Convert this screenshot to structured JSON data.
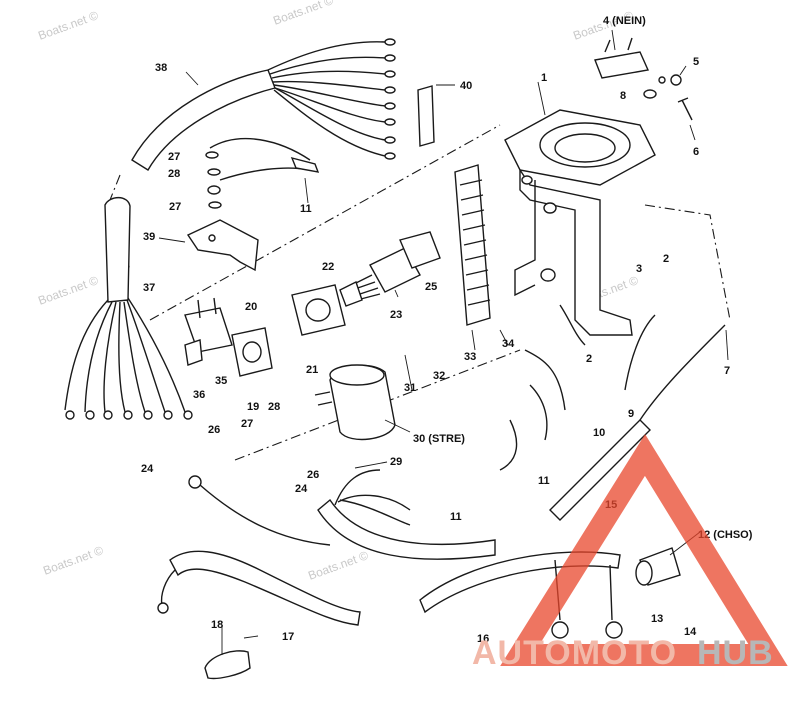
{
  "watermarks": [
    "Boats.net ©",
    "Boats.net ©",
    "Boats.net ©",
    "Boats.net ©",
    "Boats.net ©",
    "Boats.net ©",
    "Boats.net ©"
  ],
  "brand": {
    "part1": "AUTOMOTO",
    "part2": "HUB",
    "color_red": "#e8472c",
    "color_gray": "#9a9a9a"
  },
  "labels": {
    "l1": "1",
    "l2a": "2",
    "l2b": "2",
    "l3": "3",
    "l4": "4 (NEIN)",
    "l5": "5",
    "l6": "6",
    "l7": "7",
    "l8": "8",
    "l9": "9",
    "l10": "10",
    "l11a": "11",
    "l11b": "11",
    "l11c": "11",
    "l12": "12 (CHSO)",
    "l13": "13",
    "l14": "14",
    "l15": "15",
    "l16": "16",
    "l17": "17",
    "l18": "18",
    "l19": "19",
    "l20": "20",
    "l21": "21",
    "l22": "22",
    "l23": "23",
    "l24a": "24",
    "l24b": "24",
    "l25": "25",
    "l26a": "26",
    "l26b": "26",
    "l27a": "27",
    "l27b": "27",
    "l27c": "27",
    "l28a": "28",
    "l28b": "28",
    "l29": "29",
    "l30": "30 (STRE)",
    "l31": "31",
    "l32": "32",
    "l33": "33",
    "l34": "34",
    "l35": "35",
    "l36": "36",
    "l37": "37",
    "l38": "38",
    "l39": "39",
    "l40": "40"
  }
}
